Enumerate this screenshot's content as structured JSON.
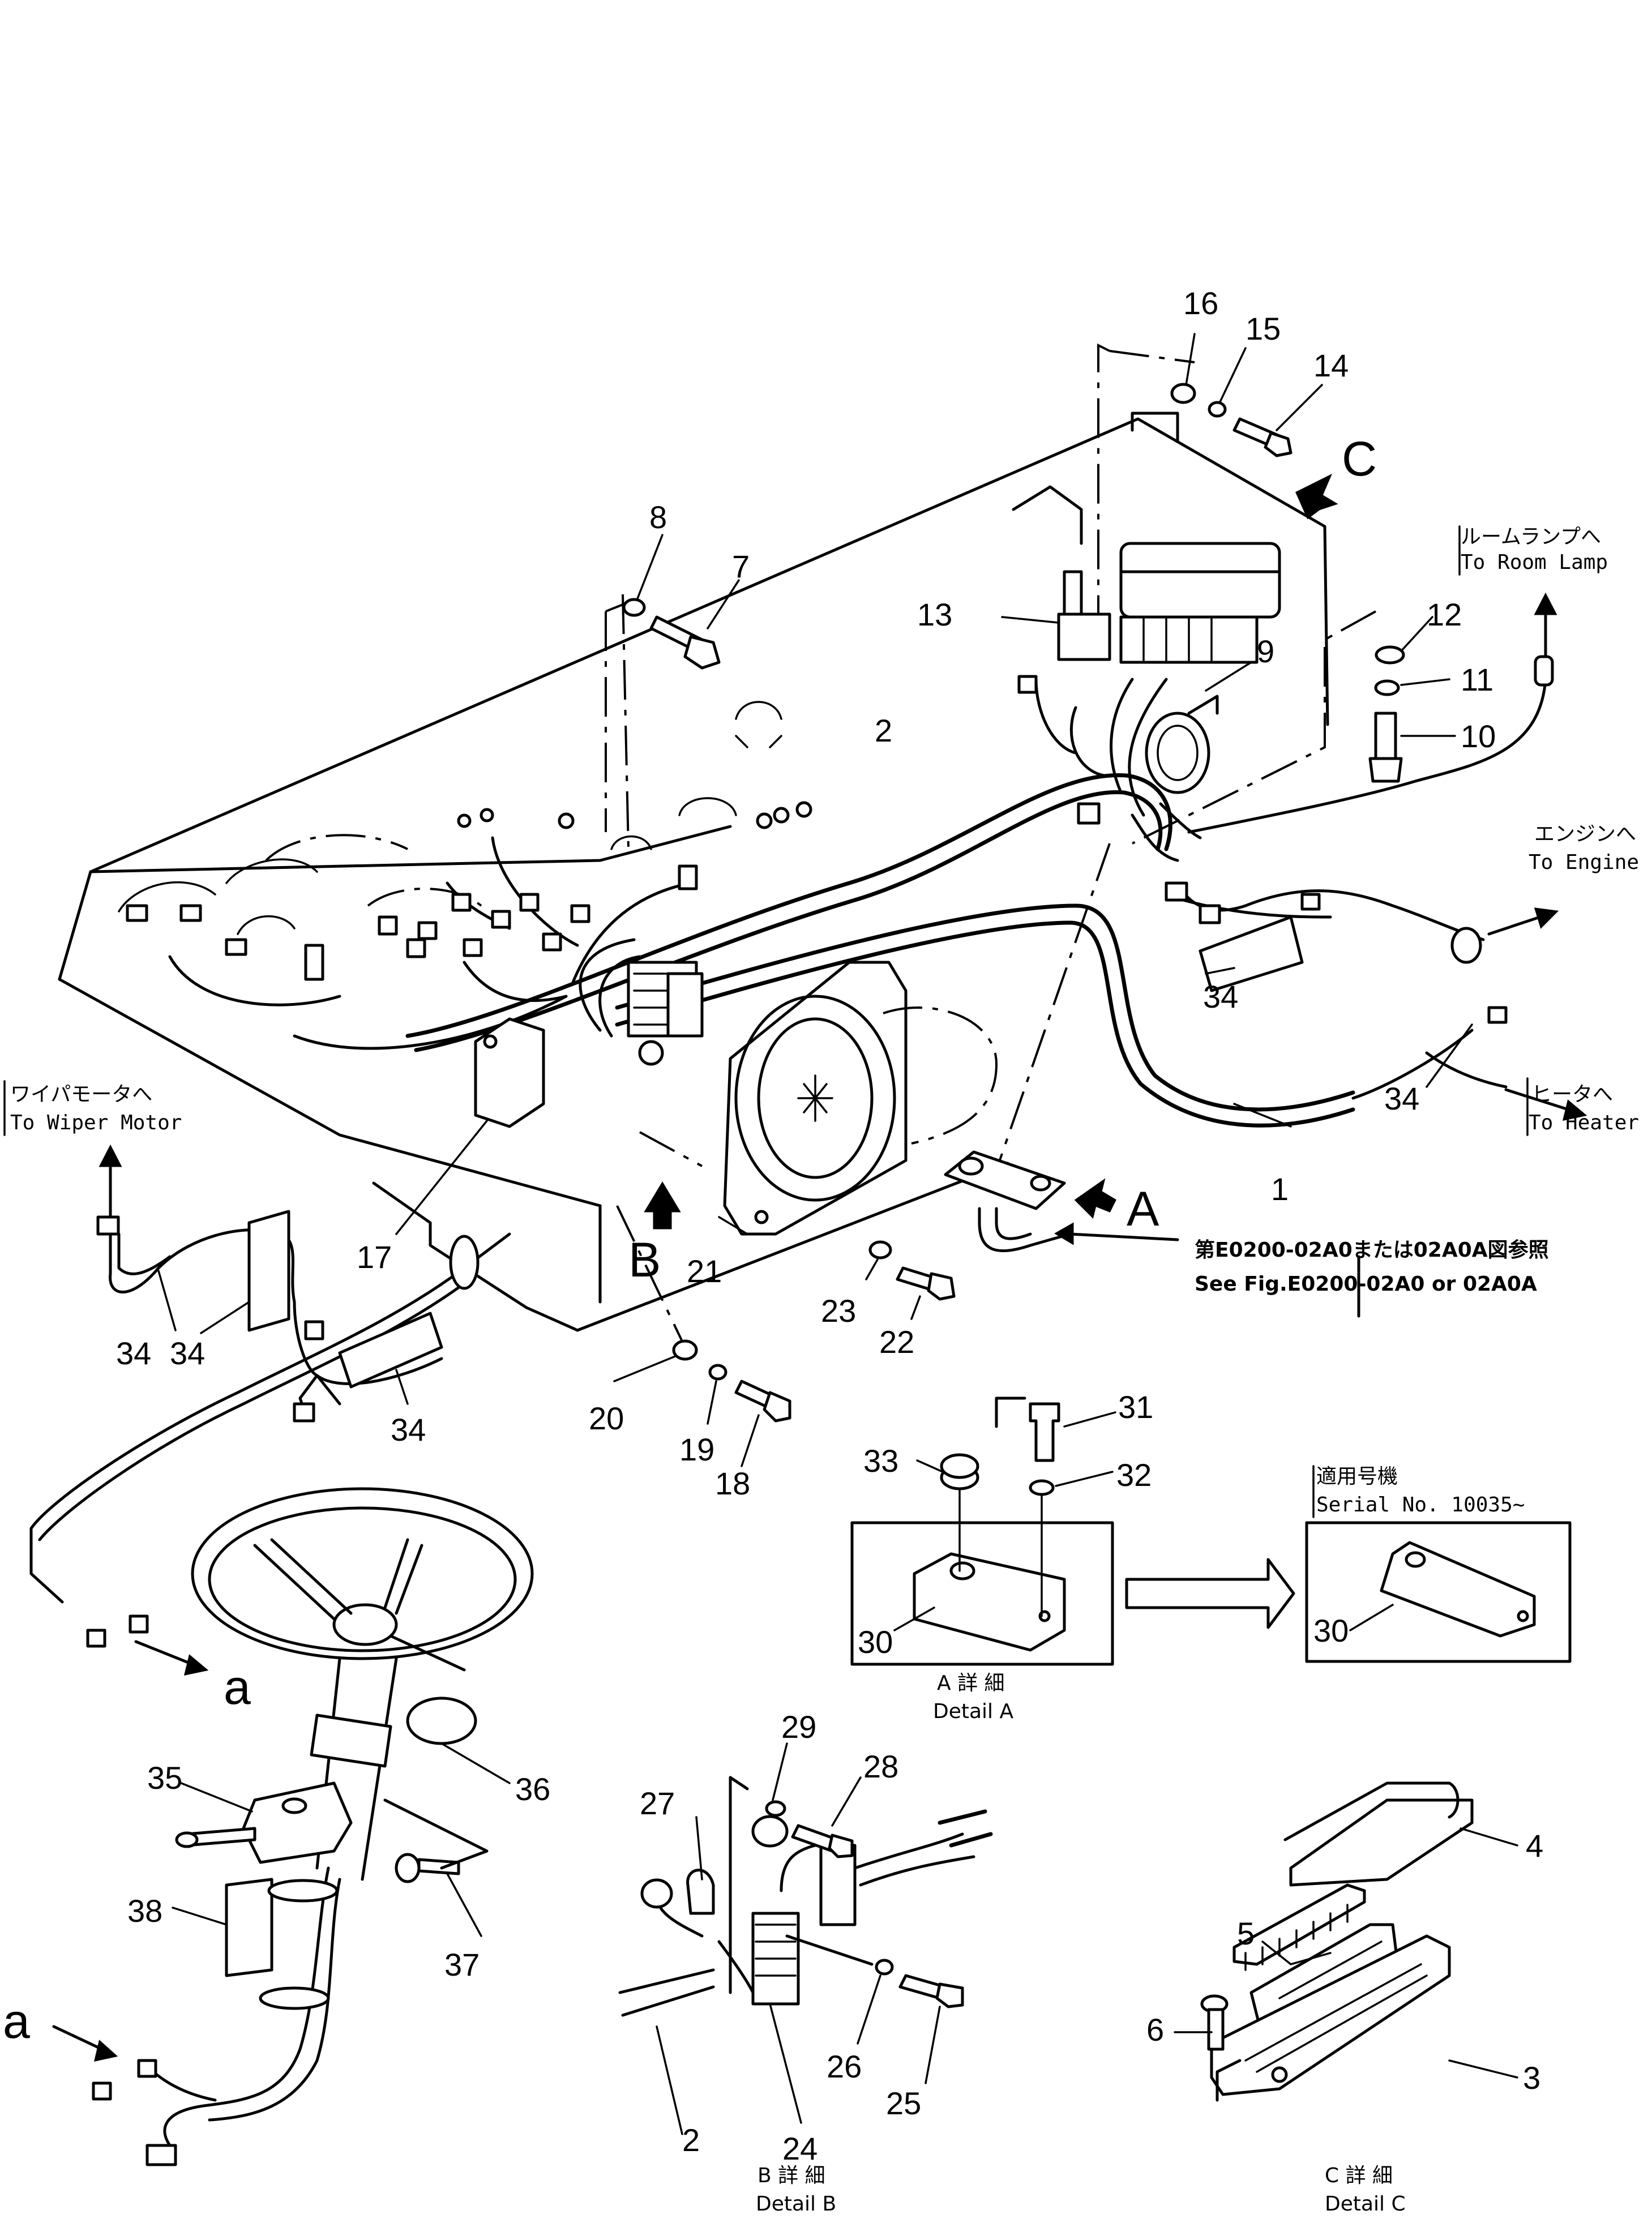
{
  "part_numbers": {
    "n1": "1",
    "n2": "2",
    "n2b": "2",
    "n3": "3",
    "n4": "4",
    "n5": "5",
    "n6": "6",
    "n7": "7",
    "n8": "8",
    "n9": "9",
    "n10": "10",
    "n11": "11",
    "n12": "12",
    "n13": "13",
    "n14": "14",
    "n15": "15",
    "n16": "16",
    "n17": "17",
    "n18": "18",
    "n19": "19",
    "n20": "20",
    "n21": "21",
    "n22": "22",
    "n23": "23",
    "n24": "24",
    "n25": "25",
    "n26": "26",
    "n27": "27",
    "n28": "28",
    "n29": "29",
    "n30a": "30",
    "n30b": "30",
    "n31": "31",
    "n32": "32",
    "n33": "33",
    "n34a": "34",
    "n34b": "34",
    "n34c": "34",
    "n34d": "34",
    "n34e": "34",
    "n35": "35",
    "n36": "36",
    "n37": "37",
    "n38": "38"
  },
  "view_letters": {
    "A": "A",
    "B": "B",
    "C": "C",
    "a_top": "a",
    "a_bottom": "a"
  },
  "destinations": {
    "room_lamp_jp": "ルームランプへ",
    "room_lamp_en": "To Room Lamp",
    "engine_jp": "エンジンへ",
    "engine_en": "To Engine",
    "heater_jp": "ヒータへ",
    "heater_en": "To Heater",
    "wiper_jp": "ワイパモータへ",
    "wiper_en": "To Wiper Motor"
  },
  "references": {
    "fig_jp": "第E0200-02A0または02A0A図参照",
    "fig_en": "See Fig.E0200-02A0 or 02A0A",
    "serial_jp": "適用号機",
    "serial_en": "Serial No. 10035~"
  },
  "details": {
    "a_jp": "A 詳 細",
    "a_en": "Detail A",
    "b_jp": "B 詳 細",
    "b_en": "Detail B",
    "c_jp": "C 詳 細",
    "c_en": "Detail C"
  }
}
